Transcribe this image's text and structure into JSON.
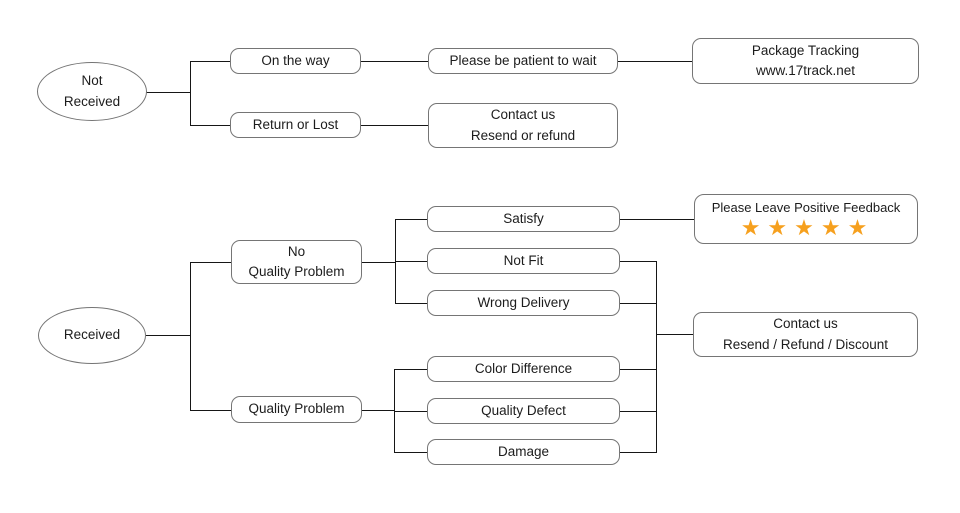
{
  "diagram": {
    "type": "flowchart",
    "accent_color": "#F6A01E",
    "line_color": "#161616",
    "border_color": "#757575"
  },
  "nodes": {
    "not_received": "Not\nReceived",
    "on_the_way": "On the way",
    "please_wait": "Please be patient to wait",
    "package_tracking": "Package Tracking\nwww.17track.net",
    "return_or_lost": "Return or Lost",
    "contact_resend_refund": "Contact us\nResend or refund",
    "received": "Received",
    "no_quality_problem": "No\nQuality Problem",
    "quality_problem": "Quality Problem",
    "satisfy": "Satisfy",
    "not_fit": "Not Fit",
    "wrong_delivery": "Wrong Delivery",
    "color_difference": "Color Difference",
    "quality_defect": "Quality Defect",
    "damage": "Damage",
    "feedback_title": "Please Leave Positive Feedback",
    "feedback_stars": "★★★★★",
    "feedback_rating": "5",
    "contact_resend_refund_discount": "Contact us\nResend / Refund / Discount"
  }
}
